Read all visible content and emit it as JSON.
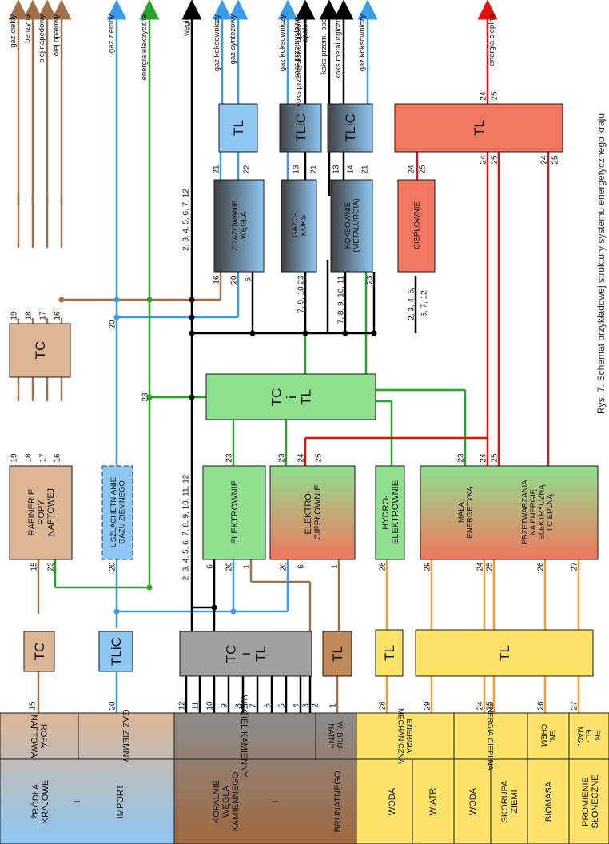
{
  "caption": "Rys. 7. Schemat przykładowej struktury systemu energetycznego kraju",
  "outputs": [
    "gaz ciekły",
    "benzyna",
    "olej napędowy",
    "olej opałowy",
    "gaz ziemny",
    "energia elektryczna",
    "węgiel",
    "gaz koksowniczy",
    "gaz syntezowy",
    "gaz koksowniczy",
    "koks przemysłowo-opałowy",
    "koks przem.-opał.",
    "koks metalurgiczny",
    "gaz koksowniczy",
    "energia cieplna"
  ],
  "sources": {
    "left_group_text": "ŹRÓDŁA KRAJOWE",
    "left_group_sep": "I",
    "left_group_import": "IMPORT",
    "ropa": "ROPA NAFTOWA",
    "gaz": "GAZ ZIEMNY",
    "kopalnie": "KOPALNIE WĘGLA KAMIENNEGO",
    "kopalnie_sep": "I",
    "brunatnego": "BRUNATNEGO",
    "wegiel_kam": "WĘGIEL KAMIENNY",
    "wegiel_bru": "W. BRU- NATNY",
    "woda1": "WODA",
    "wiatr": "WIATR",
    "woda2": "WODA",
    "skorupa": "SKORUPA ZIEMI",
    "biomasa": "BIOMASA",
    "promienie": "PROMIENIE SŁONECZNE",
    "e_mech": "ENERGIA MECHANICZNA",
    "e_ciepl": "ENERGIA CIEPLNA",
    "en_chem": "EN. CHEM.",
    "en_el_mag": "EN. EL.- MAG."
  },
  "boxes": {
    "tc_ropa": "TC",
    "tlic_gaz": "TLiC",
    "tc_tl_wegiel": "TC i TL",
    "tl_bru": "TL",
    "tl_woda": "TL",
    "tl_oze": "TL",
    "rafinerie": "RAFINERIE ROPY NAFTOWEJ",
    "uszlach": "USZLACHETNIANIE GAZU ZIEMNEGO",
    "elektrownie": "ELEKTROWNIE",
    "elektrocieplownie": "ELEKTRO- CIEPŁOWNIE",
    "hydro": "HYDRO- ELEKTROWNIE",
    "mala": "MAŁA ENERGETYKA",
    "przetwarzania": "PRZETWARZANIA NA ENERGIĘ ELEKTRYCZNĄ I CIEPLNĄ",
    "tc_mid": "TC i TL",
    "tc_upper": "TC",
    "zgazowanie": "ZGAZOWANIE WĘGLA",
    "gazokoks": "GAZO- KOKS",
    "koksownie": "KOKSOWNIE (METALURGIA)",
    "cieplownie": "CIEPŁOWNIE",
    "tl_zg": "TL",
    "tlic_gk": "TLiC",
    "tlic_ko": "TLiC",
    "tl_heat": "TL"
  },
  "numbers": {
    "n15a": "15",
    "n20a": "20",
    "n12": "12",
    "n11": "11",
    "n10": "10",
    "n9": "9",
    "n8": "8",
    "n7": "7",
    "n6": "6",
    "n5": "5",
    "n4": "4",
    "n3": "3",
    "n2": "2",
    "n1": "1",
    "n28": "28",
    "n29": "29",
    "n24": "24",
    "n25": "25",
    "n26": "26",
    "n27": "27",
    "n15b": "15",
    "n23a": "23",
    "n20b": "20",
    "n6b": "6",
    "n20c": "20",
    "n1b": "1",
    "n20d": "20",
    "n6c": "6",
    "n1c": "1",
    "n28b": "28",
    "n29b": "29",
    "n24b": "24",
    "n25b": "25",
    "n26b": "26",
    "n27b": "27",
    "raf19": "19",
    "raf18": "18",
    "raf17": "17",
    "raf16": "16",
    "tc19": "19",
    "tc18": "18",
    "tc17": "17",
    "tc16": "16",
    "e23": "23",
    "ec23": "23",
    "ec24": "24",
    "ec25": "25",
    "m23": "23",
    "m24": "24",
    "m25": "25",
    "mid23": "23",
    "g20": "20",
    "z16": "16",
    "z20": "20",
    "z6": "6",
    "gk23": "23",
    "ko23": "23",
    "z21": "21",
    "z22": "22",
    "gk13": "13",
    "gk21": "21",
    "ko13": "13",
    "ko14": "14",
    "ko21": "21",
    "c24": "24",
    "c25": "25",
    "h24": "24",
    "h25": "25",
    "h24b": "24",
    "h25b": "25",
    "t24": "24",
    "t25": "25",
    "seq_coal_lower": "2, 3, 4, 5, 6, 7, 8, 9, 10, 11, 12",
    "seq_coal_upper": "2, 3, 4, 5, 6, 7, 12",
    "seq_gk": "7, 9, 10",
    "seq_ko": "7, 8, 9, 10, 11",
    "seq_c1": "2, 3, 4, 5,",
    "seq_c2": "6, 7, 12"
  },
  "colors": {
    "brown": "#a0704a",
    "blue": "#3a9be8",
    "green": "#2ca02c",
    "black": "#000000",
    "orange": "#f0a030",
    "red": "#e01010",
    "tan": "#dcb594",
    "lightblue": "#8ec7f2",
    "gray": "#a0a0a0",
    "brownbox": "#c08a5a",
    "yellow": "#fde36a",
    "lgreen": "#8fe08f",
    "salmon": "#f07860"
  }
}
